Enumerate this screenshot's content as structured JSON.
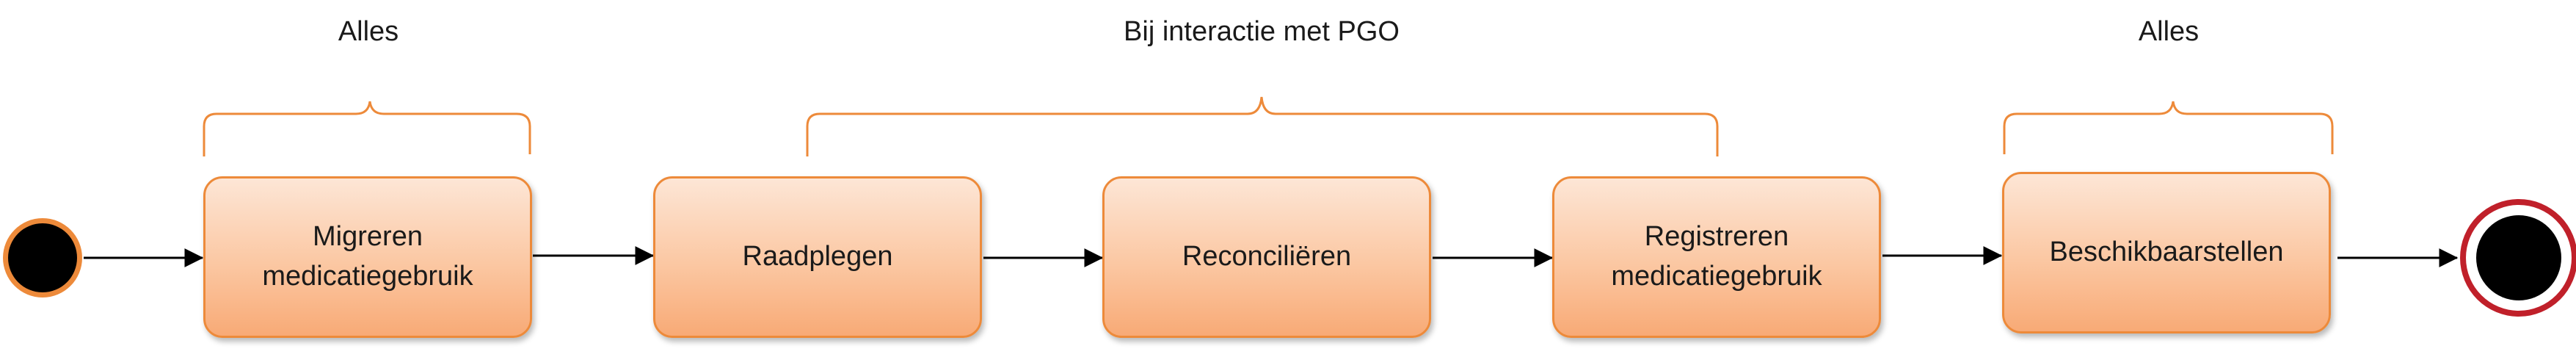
{
  "braces": [
    {
      "label": "Alles"
    },
    {
      "label": "Bij interactie met PGO"
    },
    {
      "label": "Alles"
    }
  ],
  "nodes": [
    {
      "label": "Migreren\nmedicatiegebruik"
    },
    {
      "label": "Raadplegen"
    },
    {
      "label": "Reconciliëren"
    },
    {
      "label": "Registreren\nmedicatiegebruik"
    },
    {
      "label": "Beschikbaarstellen"
    }
  ],
  "colors": {
    "box_border": "#ED8A3A",
    "brace": "#ED8A3A",
    "start_ring": "#ED8A3A",
    "end_ring": "#C0202A",
    "node_fill_dark": "#000000",
    "arrow": "#000000"
  },
  "icons": {
    "start": "initial-state-icon",
    "end": "final-state-icon"
  }
}
